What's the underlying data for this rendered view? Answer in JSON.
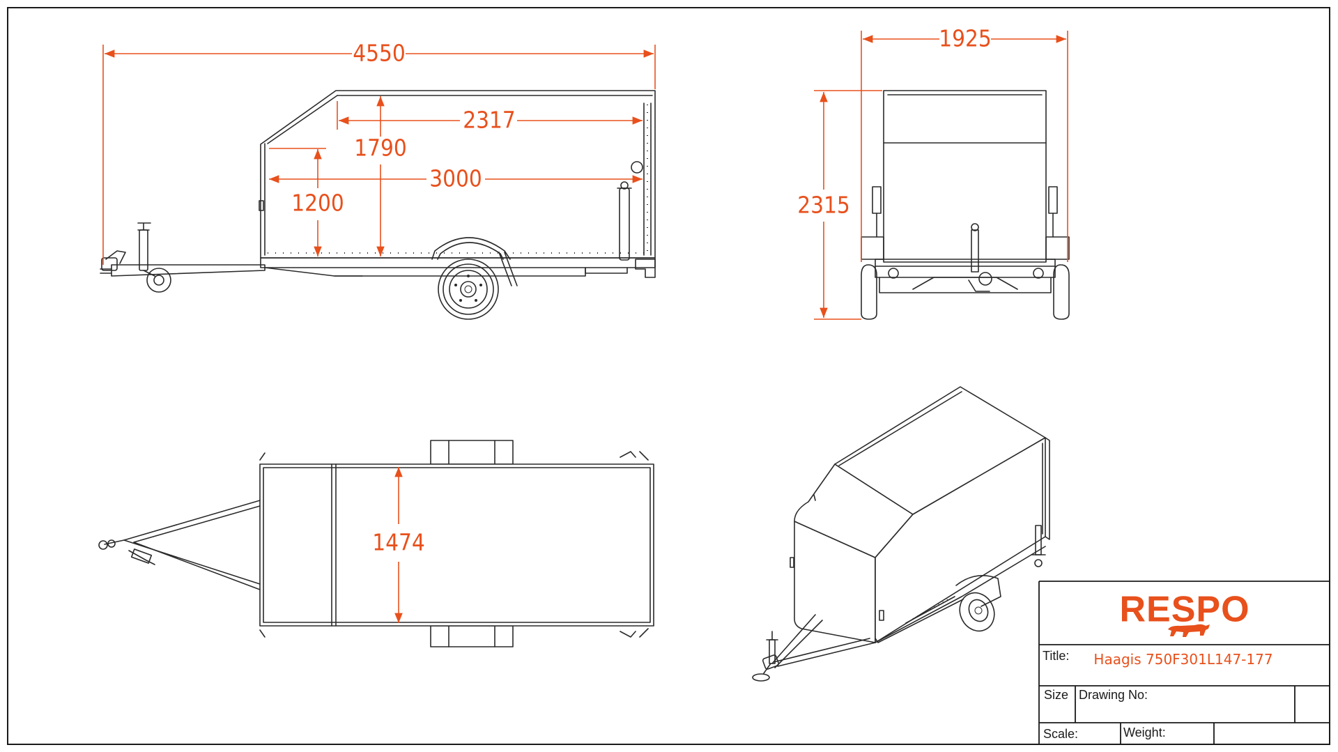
{
  "dimensions": {
    "overall_length": "4550",
    "box_length": "2317",
    "interior_height": "1790",
    "side_height": "1200",
    "loading_length": "3000",
    "overall_width": "1925",
    "overall_height": "2315",
    "interior_width": "1474"
  },
  "title_block": {
    "brand": "RESPO",
    "title_label": "Title:",
    "title_value": "Haagis 750F301L147-177",
    "size_label": "Size",
    "drawing_no_label": "Drawing No:",
    "scale_label": "Scale:",
    "weight_label": "Weight:"
  },
  "colors": {
    "accent": "#e8501c",
    "line": "#2a2a2a"
  }
}
